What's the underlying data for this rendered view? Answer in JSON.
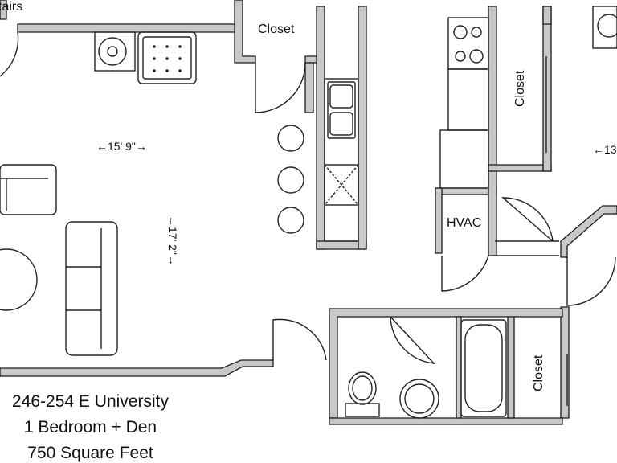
{
  "labels": {
    "stairs": "tairs",
    "closet_top": "Closet",
    "closet_kitchen": "Closet",
    "closet_bottom": "Closet",
    "hvac": "HVAC",
    "dim_width": "←15' 9\"→",
    "dim_length": "←17' 2\"→",
    "dim_right": "←13"
  },
  "caption": {
    "address": "246-254 E University",
    "unit_type": "1 Bedroom + Den",
    "area": "750 Square Feet"
  },
  "colors": {
    "wall_fill": "#c9c9c9",
    "wall_stroke": "#1a1a1a",
    "fixture_stroke": "#222222",
    "background": "#ffffff"
  }
}
